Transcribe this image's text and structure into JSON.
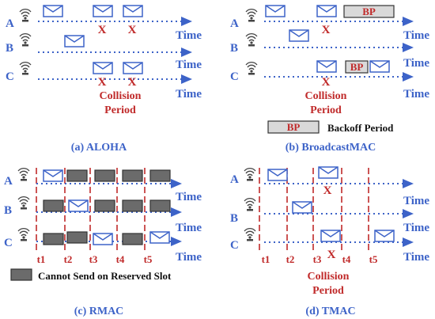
{
  "labels": {
    "node_a": "A",
    "node_b": "B",
    "node_c": "C",
    "time": "Time",
    "x_mark": "X",
    "collision_line1": "Collision",
    "collision_line2": "Period",
    "bp": "BP",
    "backoff_period": "Backoff Period",
    "cannot_send": "Cannot Send on Reserved Slot"
  },
  "captions": {
    "a": "(a) ALOHA",
    "b": "(b) BroadcastMAC",
    "c": "(c) RMAC",
    "d": "(d) TMAC"
  },
  "slots": [
    "t1",
    "t2",
    "t3",
    "t4",
    "t5"
  ],
  "colors": {
    "blue": "#3d63c8",
    "red": "#c02a2a",
    "reserved_gray": "#6b6b6b",
    "bp_fill": "#d9d9d9"
  }
}
